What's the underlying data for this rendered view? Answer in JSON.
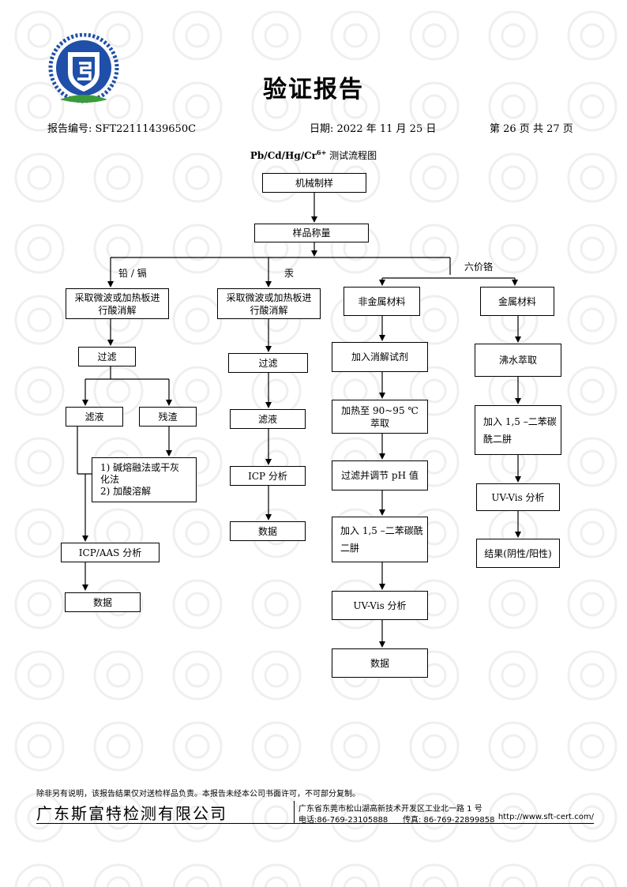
{
  "document": {
    "title": "验证报告"
  },
  "header": {
    "report_no": "报告编号: SFT22111439650C",
    "date": "日期: 2022 年 11 月 25 日",
    "page": "第 26 页 共 27 页"
  },
  "flowchart": {
    "title_prefix": "Pb/Cd/Hg/Cr",
    "title_sup": "6+",
    "title_suffix": " 测试流程图",
    "nodes": {
      "mech": "机械制样",
      "weigh": "样品称量",
      "branch_pb": "铅 / 镉",
      "branch_hg": "汞",
      "branch_cr": "六价铬",
      "pb_digest": "采取微波或加热板进行酸消解",
      "pb_filter": "过滤",
      "pb_filtrate": "滤液",
      "pb_residue": "残渣",
      "pb_residue_1": "1)   碱熔融法或干灰\n      化法",
      "pb_residue_2": "2)   加酸溶解",
      "pb_analysis": "ICP/AAS 分析",
      "pb_data": "数据",
      "hg_digest": "采取微波或加热板进行酸消解",
      "hg_filter": "过滤",
      "hg_filtrate": "滤液",
      "hg_analysis": "ICP 分析",
      "hg_data": "数据",
      "nm_material": "非金属材料",
      "nm_add": "加入消解试剂",
      "nm_heat": "加热至 90~95 ℃\n萃取",
      "nm_ph": "过滤并调节 pH  值",
      "nm_reagent": "加入 1,5 –二苯碳酰\n二肼",
      "nm_uv": "UV-Vis 分析",
      "nm_data": "数据",
      "m_material": "金属材料",
      "m_boil": "沸水萃取",
      "m_reagent": "加入 1,5 –二苯碳\n酰二肼",
      "m_uv": "UV-Vis 分析",
      "m_result": "结果(阴性/阳性)"
    }
  },
  "footer": {
    "note": "除非另有说明，该报告结果仅对送检样品负责。本报告未经本公司书面许可，不可部分复制。",
    "company": "广东斯富特检测有限公司",
    "address": "广东省东莞市松山湖高新技术开发区工业北一路 1 号",
    "phone": "电话:86-769-23105888",
    "fax": "传真: 86-769-22899858",
    "website": "http://www.sft-cert.com/"
  },
  "colors": {
    "logo_blue": "#1f4fa8",
    "logo_green": "#3a9a3a"
  }
}
